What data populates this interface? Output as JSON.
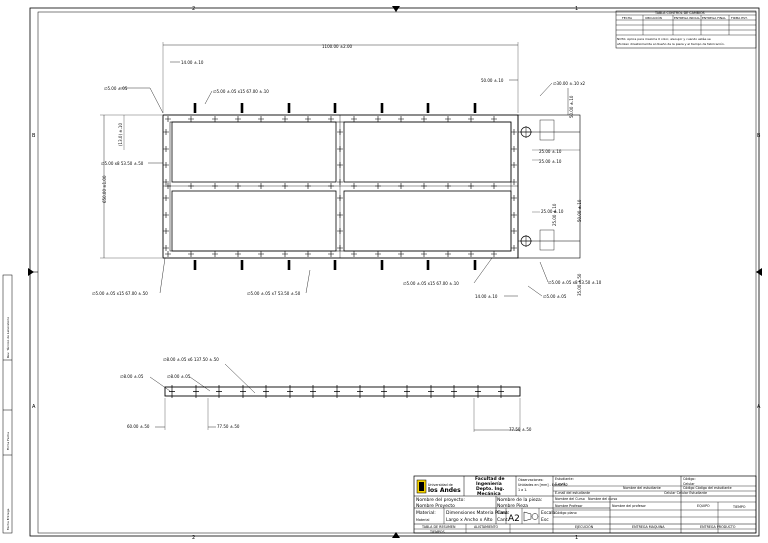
{
  "zones": {
    "top": [
      "2",
      "1"
    ],
    "bottom": [
      "2",
      "1"
    ],
    "left": [
      "B",
      "A"
    ],
    "right": [
      "B",
      "A"
    ]
  },
  "change_table": {
    "title": "TABLA CONTROL DE CAMBIOS",
    "headers": [
      "FECHA",
      "UBICACIÓN",
      "ENTREGA INICIAL",
      "ENTREGA FINAL",
      "FIRMA EST."
    ],
    "note": [
      "NOTA: Aplica para maxima 0 color, aleoujor y cuando estáe se",
      "aforizen direstiomemte al diseño de la pieza y el tiempo de fabricación."
    ]
  },
  "dimensions": {
    "overall_length": "1100.00 ±2.00",
    "left_offset": "14.00 ±.10",
    "hole_d5_top": "∅5.00 ±.05",
    "hole_pattern_top": "∅5.00 ±.05 x15 67.00 ±.10",
    "top_offset_right": "50.00 ±.10",
    "hole_d30": "∅30.00 ±.10 x2",
    "dim_vertical_r": "50.00 ±.10",
    "dim_r25a": "25.00 ±.10",
    "dim_r25b": "25.00 ±.10",
    "dim_r25c": "25.00 ±.10",
    "dim_vertical_r2": "25.00 ±.10",
    "dim_vertical_r3": "50.00 ±.10",
    "overall_height": "650.00 ±1.00",
    "height_small": "(13.0) ±.10",
    "hole_pattern_left": "∅5.00 x8 53.50 ±.50",
    "bottom_left_pattern": "∅5.00 ±.05 x15 67.00 ±.50",
    "bottom_mid_pattern": "∅5.00 ±.05 x7 53.50 ±.50",
    "bottom_right_pattern": "∅5.00 ±.05 x15 67.00 ±.10",
    "bottom_right_pattern2": "∅5.00 ±.05 x8 53.50 ±.10",
    "bottom_right_offset": "14.00 ±.10",
    "bottom_right_hole": "∅5.00 ±.05",
    "right_vertical_bottom": "35.00 ±.50",
    "side_pattern": "∅8.00 ±.05 x6 137.50 ±.50",
    "side_hole_a": "∅8.00 ±.05",
    "side_hole_b": "∅8.00 ±.05",
    "side_left": "60.00 ±.50",
    "side_mid": "77.50 ±.50",
    "side_right": "77.50 ±.50"
  },
  "title_block": {
    "uni_line1": "Universidad de",
    "uni_line2": "los Andes",
    "faculty": [
      "Facultad de",
      "Ingeniería",
      "Depto. Ing.",
      "Mecánica"
    ],
    "observations_label": "Observaciones:",
    "observations_text": [
      "Unidades en [mm] - Escala A2",
      "1 a 1."
    ],
    "student_label": "Estudiante:",
    "student_value": "Nombre del estudiante",
    "email_label": "E-mail:",
    "email_value": "E-mail del estudiante",
    "code_label": "Código:",
    "code_value": "Código Código del estudiante",
    "cell_label": "Celular",
    "cell_value": "Celular Celular Estudiante",
    "project_label": "Nombre del proyecto:",
    "project_value": "Nombre Proyecto",
    "part_label": "Nombre de la pieza:",
    "part_value": "Nombre Pieza",
    "course_label": "Nombre del Curso",
    "course_value": "Nombre del curso",
    "prof_label": "Nombre Profesor",
    "prof_value": "Nombre del profesor",
    "material_label": "Material:",
    "material_value": "Material",
    "dims_label": "Dimensiones Materia Prima:",
    "dims_value": "Largo x Ancho x Alto",
    "qty_label": "Cant:",
    "qty_value": "Cant",
    "sheet_size": "A2",
    "scale_label": "Escala:",
    "scale_value": "Esc",
    "group_label": "Código plano",
    "team_label": "EQUIPO",
    "time_label": "TIEMPO",
    "bottom_row": [
      "TABLA DE RESUMEN",
      "ALISTAMIENTO",
      "EJECUCIÓN",
      "ENTREGA MAQUINA",
      "ENTREGA PRODUCTO"
    ],
    "bottom_row2": "TIEMPOS"
  },
  "left_strip": [
    "Rev. Técnico de Laboratorio",
    "Firma Fecha",
    "Fecha Entrega"
  ]
}
